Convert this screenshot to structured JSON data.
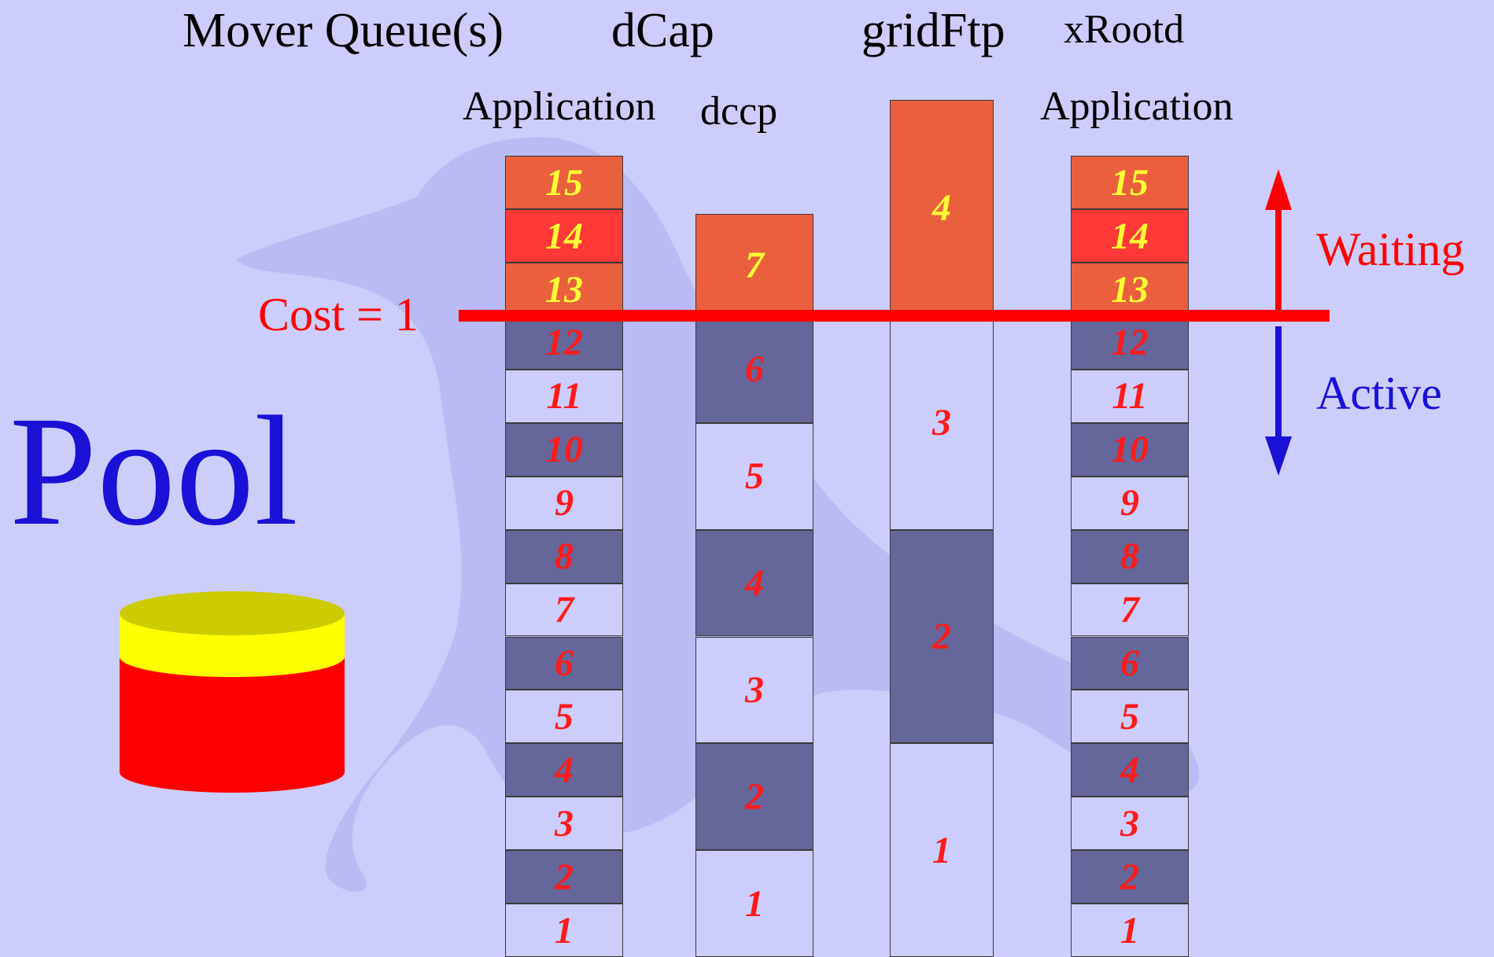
{
  "headers": {
    "mover_queues": "Mover Queue(s)",
    "dcap": "dCap",
    "gridftp": "gridFtp",
    "xrootd": "xRootd"
  },
  "subheaders": {
    "col1": "Application",
    "col2": "dccp",
    "col4": "Application"
  },
  "pool_label": "Pool",
  "cost_label": "Cost = 1",
  "legend": {
    "waiting": "Waiting",
    "active": "Active"
  },
  "colors": {
    "background": "#cccdfb",
    "waiting": "#ea603e",
    "waiting_hot": "#ff3838",
    "active_dark": "#65669a",
    "active_light": "#cccdfb",
    "cost_line": "#ff0000",
    "pool_text": "#1a10d6"
  },
  "queues": [
    {
      "name": "dCap Application",
      "active": [
        "1",
        "2",
        "3",
        "4",
        "5",
        "6",
        "7",
        "8",
        "9",
        "10",
        "11",
        "12"
      ],
      "waiting": [
        "13",
        "14",
        "15"
      ]
    },
    {
      "name": "dccp",
      "active": [
        "1",
        "2",
        "3",
        "4",
        "5",
        "6"
      ],
      "waiting": [
        "7"
      ]
    },
    {
      "name": "gridFtp",
      "active": [
        "1",
        "2",
        "3"
      ],
      "waiting": [
        "4"
      ]
    },
    {
      "name": "xRootd Application",
      "active": [
        "1",
        "2",
        "3",
        "4",
        "5",
        "6",
        "7",
        "8",
        "9",
        "10",
        "11",
        "12"
      ],
      "waiting": [
        "13",
        "14",
        "15"
      ]
    }
  ]
}
